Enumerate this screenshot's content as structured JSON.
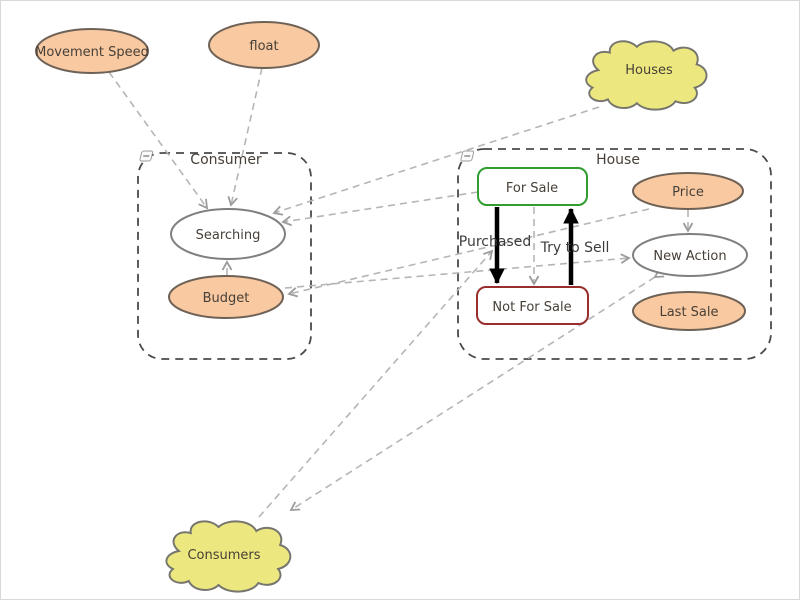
{
  "containers": {
    "consumer": {
      "label": "Consumer"
    },
    "house": {
      "label": "House"
    }
  },
  "nodes": {
    "movement_speed": {
      "label": "Movement Speed",
      "type": "parameter"
    },
    "float": {
      "label": "float",
      "type": "parameter"
    },
    "houses": {
      "label": "Houses",
      "type": "population-cloud"
    },
    "searching": {
      "label": "Searching",
      "type": "state"
    },
    "budget": {
      "label": "Budget",
      "type": "parameter"
    },
    "for_sale": {
      "label": "For Sale",
      "type": "state"
    },
    "not_for_sale": {
      "label": "Not For Sale",
      "type": "state"
    },
    "price": {
      "label": "Price",
      "type": "parameter"
    },
    "new_action": {
      "label": "New Action",
      "type": "event"
    },
    "last_sale": {
      "label": "Last Sale",
      "type": "parameter"
    },
    "consumers": {
      "label": "Consumers",
      "type": "population-cloud"
    }
  },
  "transitions": {
    "purchased": {
      "label": "Purchased"
    },
    "try_to_sell": {
      "label": "Try to Sell"
    }
  },
  "collapse_icon_glyph": "−",
  "colors": {
    "parameter_fill": "#F9C9A1",
    "parameter_border": "#6E6156",
    "white_node_border": "#7F7F7F",
    "cloud_fill": "#ECE87F",
    "cloud_border": "#76766E",
    "for_sale_border": "#2F9E2F",
    "not_for_sale_border": "#992E2C",
    "container_dash": "#4A4A4A",
    "dependency_line": "#B5B5B5",
    "transition_arrow": "#000000",
    "text": "#474038"
  }
}
